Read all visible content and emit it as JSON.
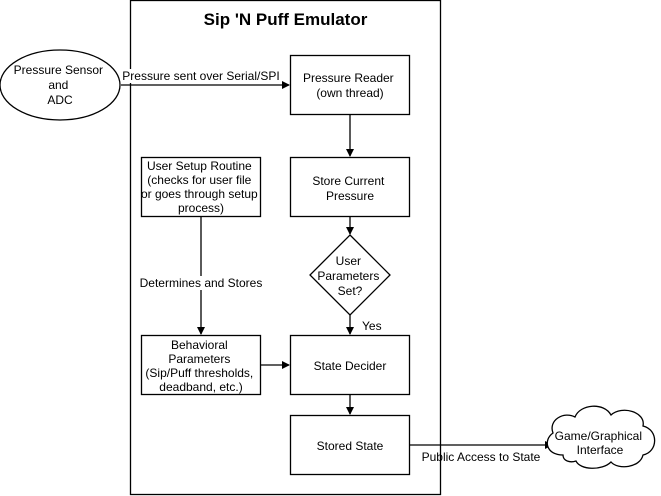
{
  "title": "Sip 'N Puff Emulator",
  "nodes": {
    "pressure_sensor": {
      "lines": [
        "Pressure Sensor",
        "and",
        "ADC"
      ]
    },
    "pressure_reader": {
      "lines": [
        "Pressure Reader",
        "(own thread)"
      ]
    },
    "store_current_pressure": {
      "lines": [
        "Store Current",
        "Pressure"
      ]
    },
    "user_params_decision": {
      "lines": [
        "User",
        "Parameters",
        "Set?"
      ]
    },
    "user_setup_routine": {
      "lines": [
        "User Setup Routine",
        "(checks for user file",
        "or goes through setup",
        "process)"
      ]
    },
    "behavioral_parameters": {
      "lines": [
        "Behavioral",
        "Parameters",
        "(Sip/Puff thresholds,",
        "deadband, etc.)"
      ]
    },
    "state_decider": {
      "lines": [
        "State Decider"
      ]
    },
    "stored_state": {
      "lines": [
        "Stored State"
      ]
    },
    "game_interface": {
      "lines": [
        "Game/Graphical",
        "Interface"
      ]
    }
  },
  "edges": {
    "sensor_to_reader": {
      "label": "Pressure sent over Serial/SPI"
    },
    "setup_to_behavioral": {
      "label": "Determines and Stores"
    },
    "decision_to_decider": {
      "label": "Yes"
    },
    "state_to_interface": {
      "label": "Public Access to State"
    }
  }
}
